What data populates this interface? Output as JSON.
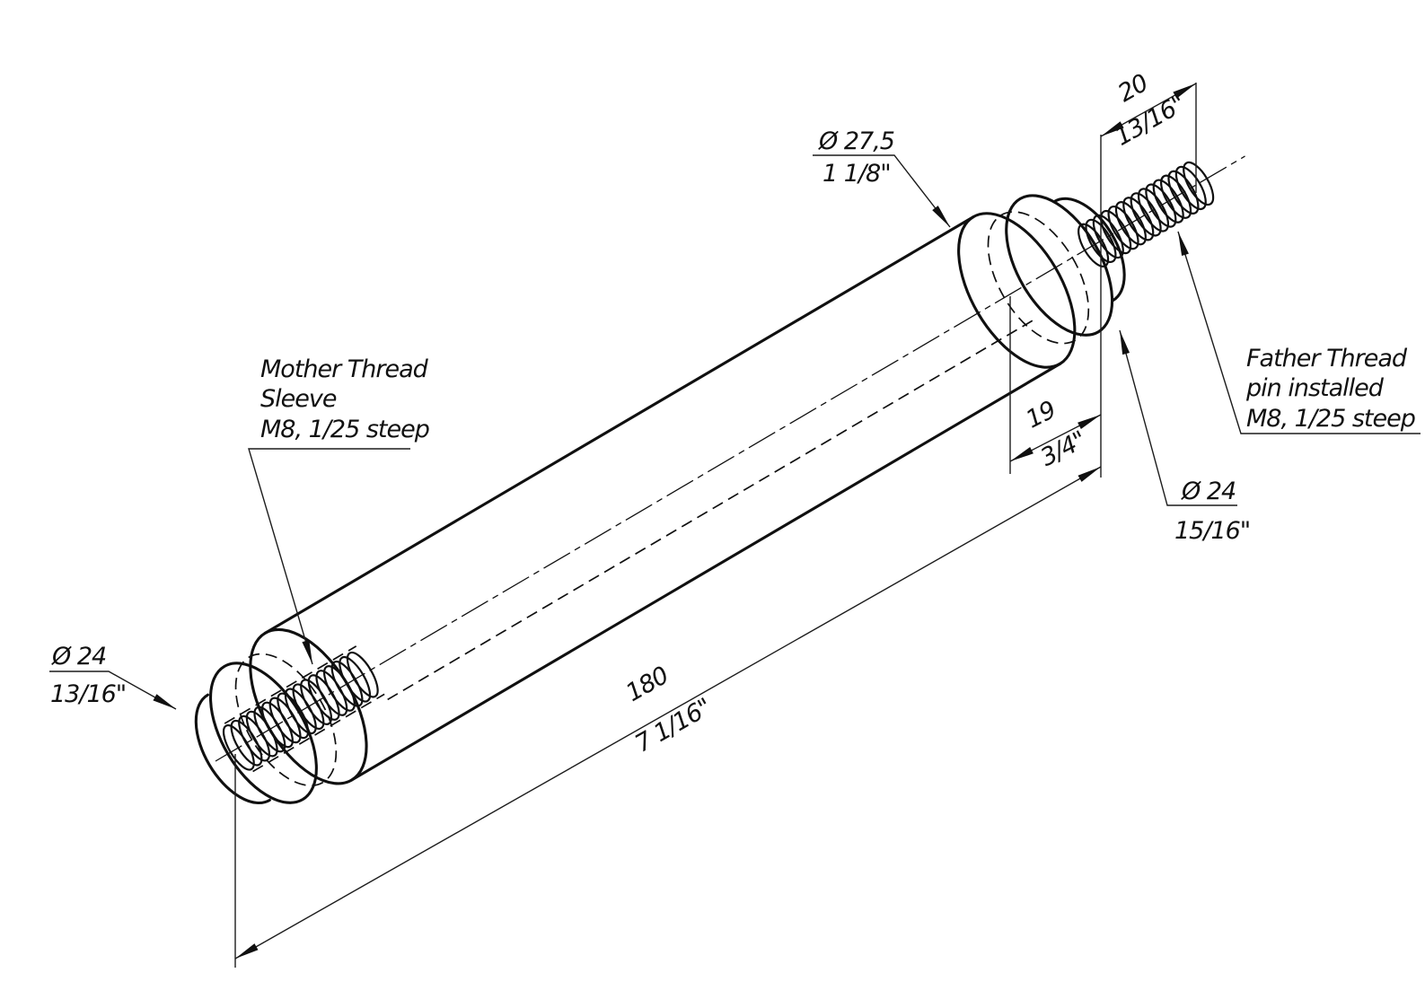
{
  "drawing": {
    "colors": {
      "ink": "#101010",
      "background": "#ffffff"
    },
    "dimensions": {
      "total_length": {
        "mm": "180",
        "inch": "7 1/16\""
      },
      "cap_length": {
        "mm": "19",
        "inch": "3/4\""
      },
      "pin_length": {
        "mm": "20",
        "inch": "13/16\""
      },
      "body_diameter": {
        "mm": "Ø 27,5",
        "inch": "1 1/8\""
      },
      "cap_diameter_right": {
        "mm": "Ø 24",
        "inch": "15/16\""
      },
      "cap_diameter_left": {
        "mm": "Ø 24",
        "inch": "13/16\""
      }
    },
    "notes": {
      "mother_thread": {
        "line1": "Mother Thread",
        "line2": "Sleeve",
        "line3": "M8, 1/25 steep"
      },
      "father_thread": {
        "line1": "Father Thread",
        "line2": "pin installed",
        "line3": "M8, 1/25 steep"
      }
    }
  }
}
